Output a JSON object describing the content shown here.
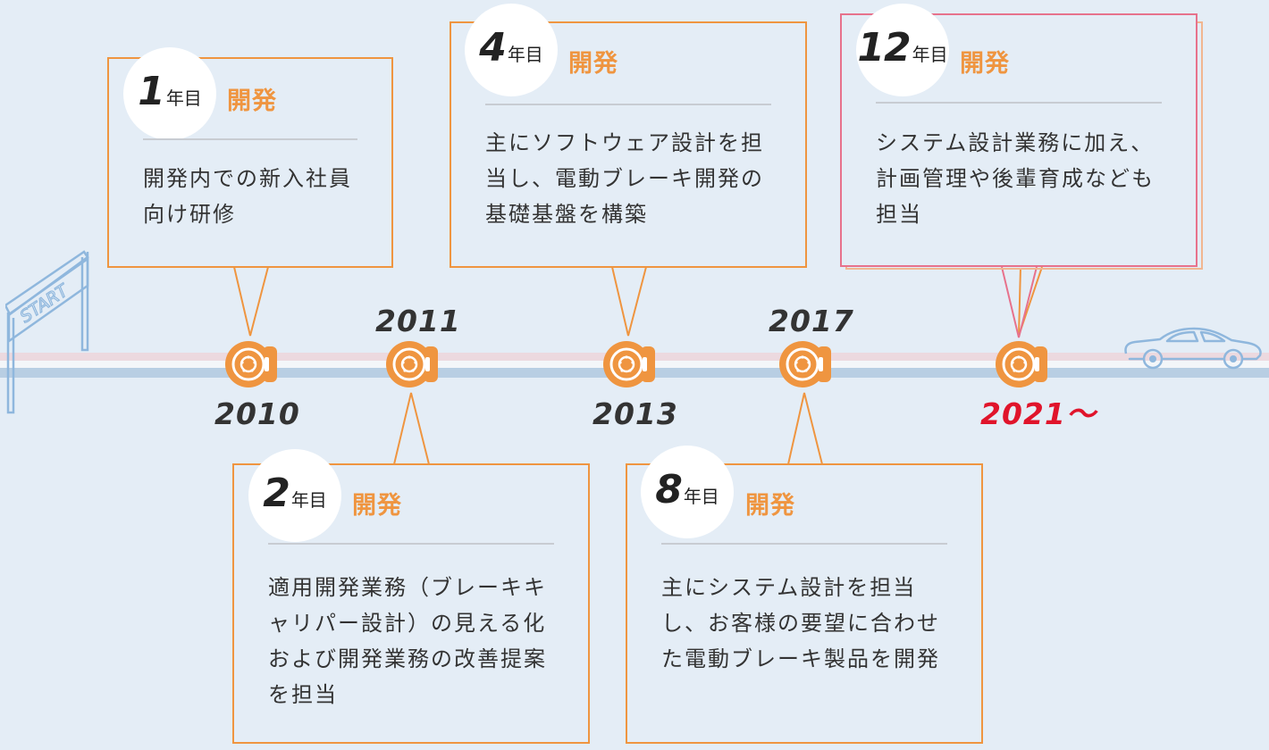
{
  "start_label": "START",
  "colors": {
    "accent": "#ef9540",
    "current_year": "#e0142b",
    "background": "#e4edf6",
    "highlight_frame": "#e7728c"
  },
  "milestones": [
    {
      "year": "2010",
      "years_number": "1",
      "years_unit": "年目",
      "role": "開発",
      "description": "開発内での新入社員向け研修"
    },
    {
      "year": "2011",
      "years_number": "2",
      "years_unit": "年目",
      "role": "開発",
      "description": "適用開発業務（ブレーキキャリパー設計）の見える化および開発業務の改善提案を担当"
    },
    {
      "year": "2013",
      "years_number": "4",
      "years_unit": "年目",
      "role": "開発",
      "description": "主にソフトウェア設計を担当し、電動ブレーキ開発の基礎基盤を構築"
    },
    {
      "year": "2017",
      "years_number": "8",
      "years_unit": "年目",
      "role": "開発",
      "description": "主にシステム設計を担当し、お客様の要望に合わせた電動ブレーキ製品を開発"
    },
    {
      "year": "2021～",
      "years_number": "12",
      "years_unit": "年目",
      "role": "開発",
      "description": "システム設計業務に加え、計画管理や後輩育成なども担当"
    }
  ]
}
